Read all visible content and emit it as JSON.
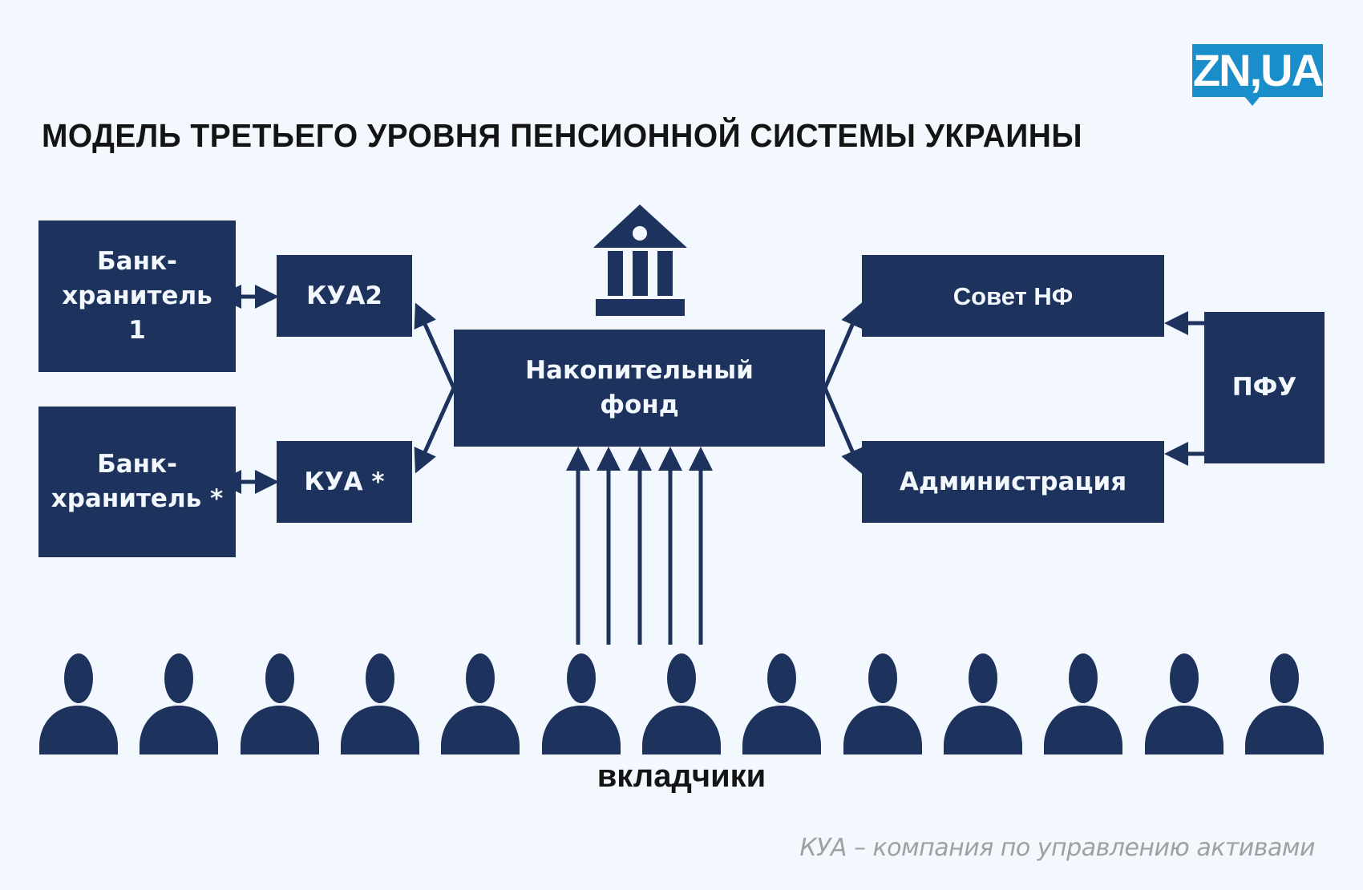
{
  "logo": {
    "text": "ZN,UA",
    "color": "#1a8dcb"
  },
  "title": "МОДЕЛЬ ТРЕТЬЕГО УРОВНЯ ПЕНСИОННОЙ СИСТЕМЫ УКРАИНЫ",
  "colors": {
    "box": "#1d325c",
    "background": "#f3f8fe",
    "text_on_box": "#f3f8fe"
  },
  "nodes": {
    "bank1": "Банк-\nхранитель\n1",
    "bank_star": "Банк-\nхранитель *",
    "kua2": "КУА2",
    "kua_star": "КУА *",
    "fund": "Накопительный\nфонд",
    "council": "Совет НФ",
    "administration": "Администрация",
    "pfu": "ПФУ"
  },
  "fund_icon": "bank-building-icon",
  "edges": [
    {
      "from": "bank1",
      "to": "kua2",
      "type": "bidirectional"
    },
    {
      "from": "bank_star",
      "to": "kua_star",
      "type": "bidirectional"
    },
    {
      "from": "fund",
      "to": "kua2",
      "type": "directed"
    },
    {
      "from": "fund",
      "to": "kua_star",
      "type": "directed"
    },
    {
      "from": "fund",
      "to": "council",
      "type": "directed"
    },
    {
      "from": "fund",
      "to": "administration",
      "type": "directed"
    },
    {
      "from": "pfu",
      "to": "council",
      "type": "directed"
    },
    {
      "from": "pfu",
      "to": "administration",
      "type": "directed"
    },
    {
      "from": "depositors",
      "to": "fund",
      "type": "directed",
      "count": 5
    }
  ],
  "depositors": {
    "label": "вкладчики",
    "count": 13,
    "icon": "person-icon"
  },
  "footnote": "КУА – компания по управлению активами"
}
